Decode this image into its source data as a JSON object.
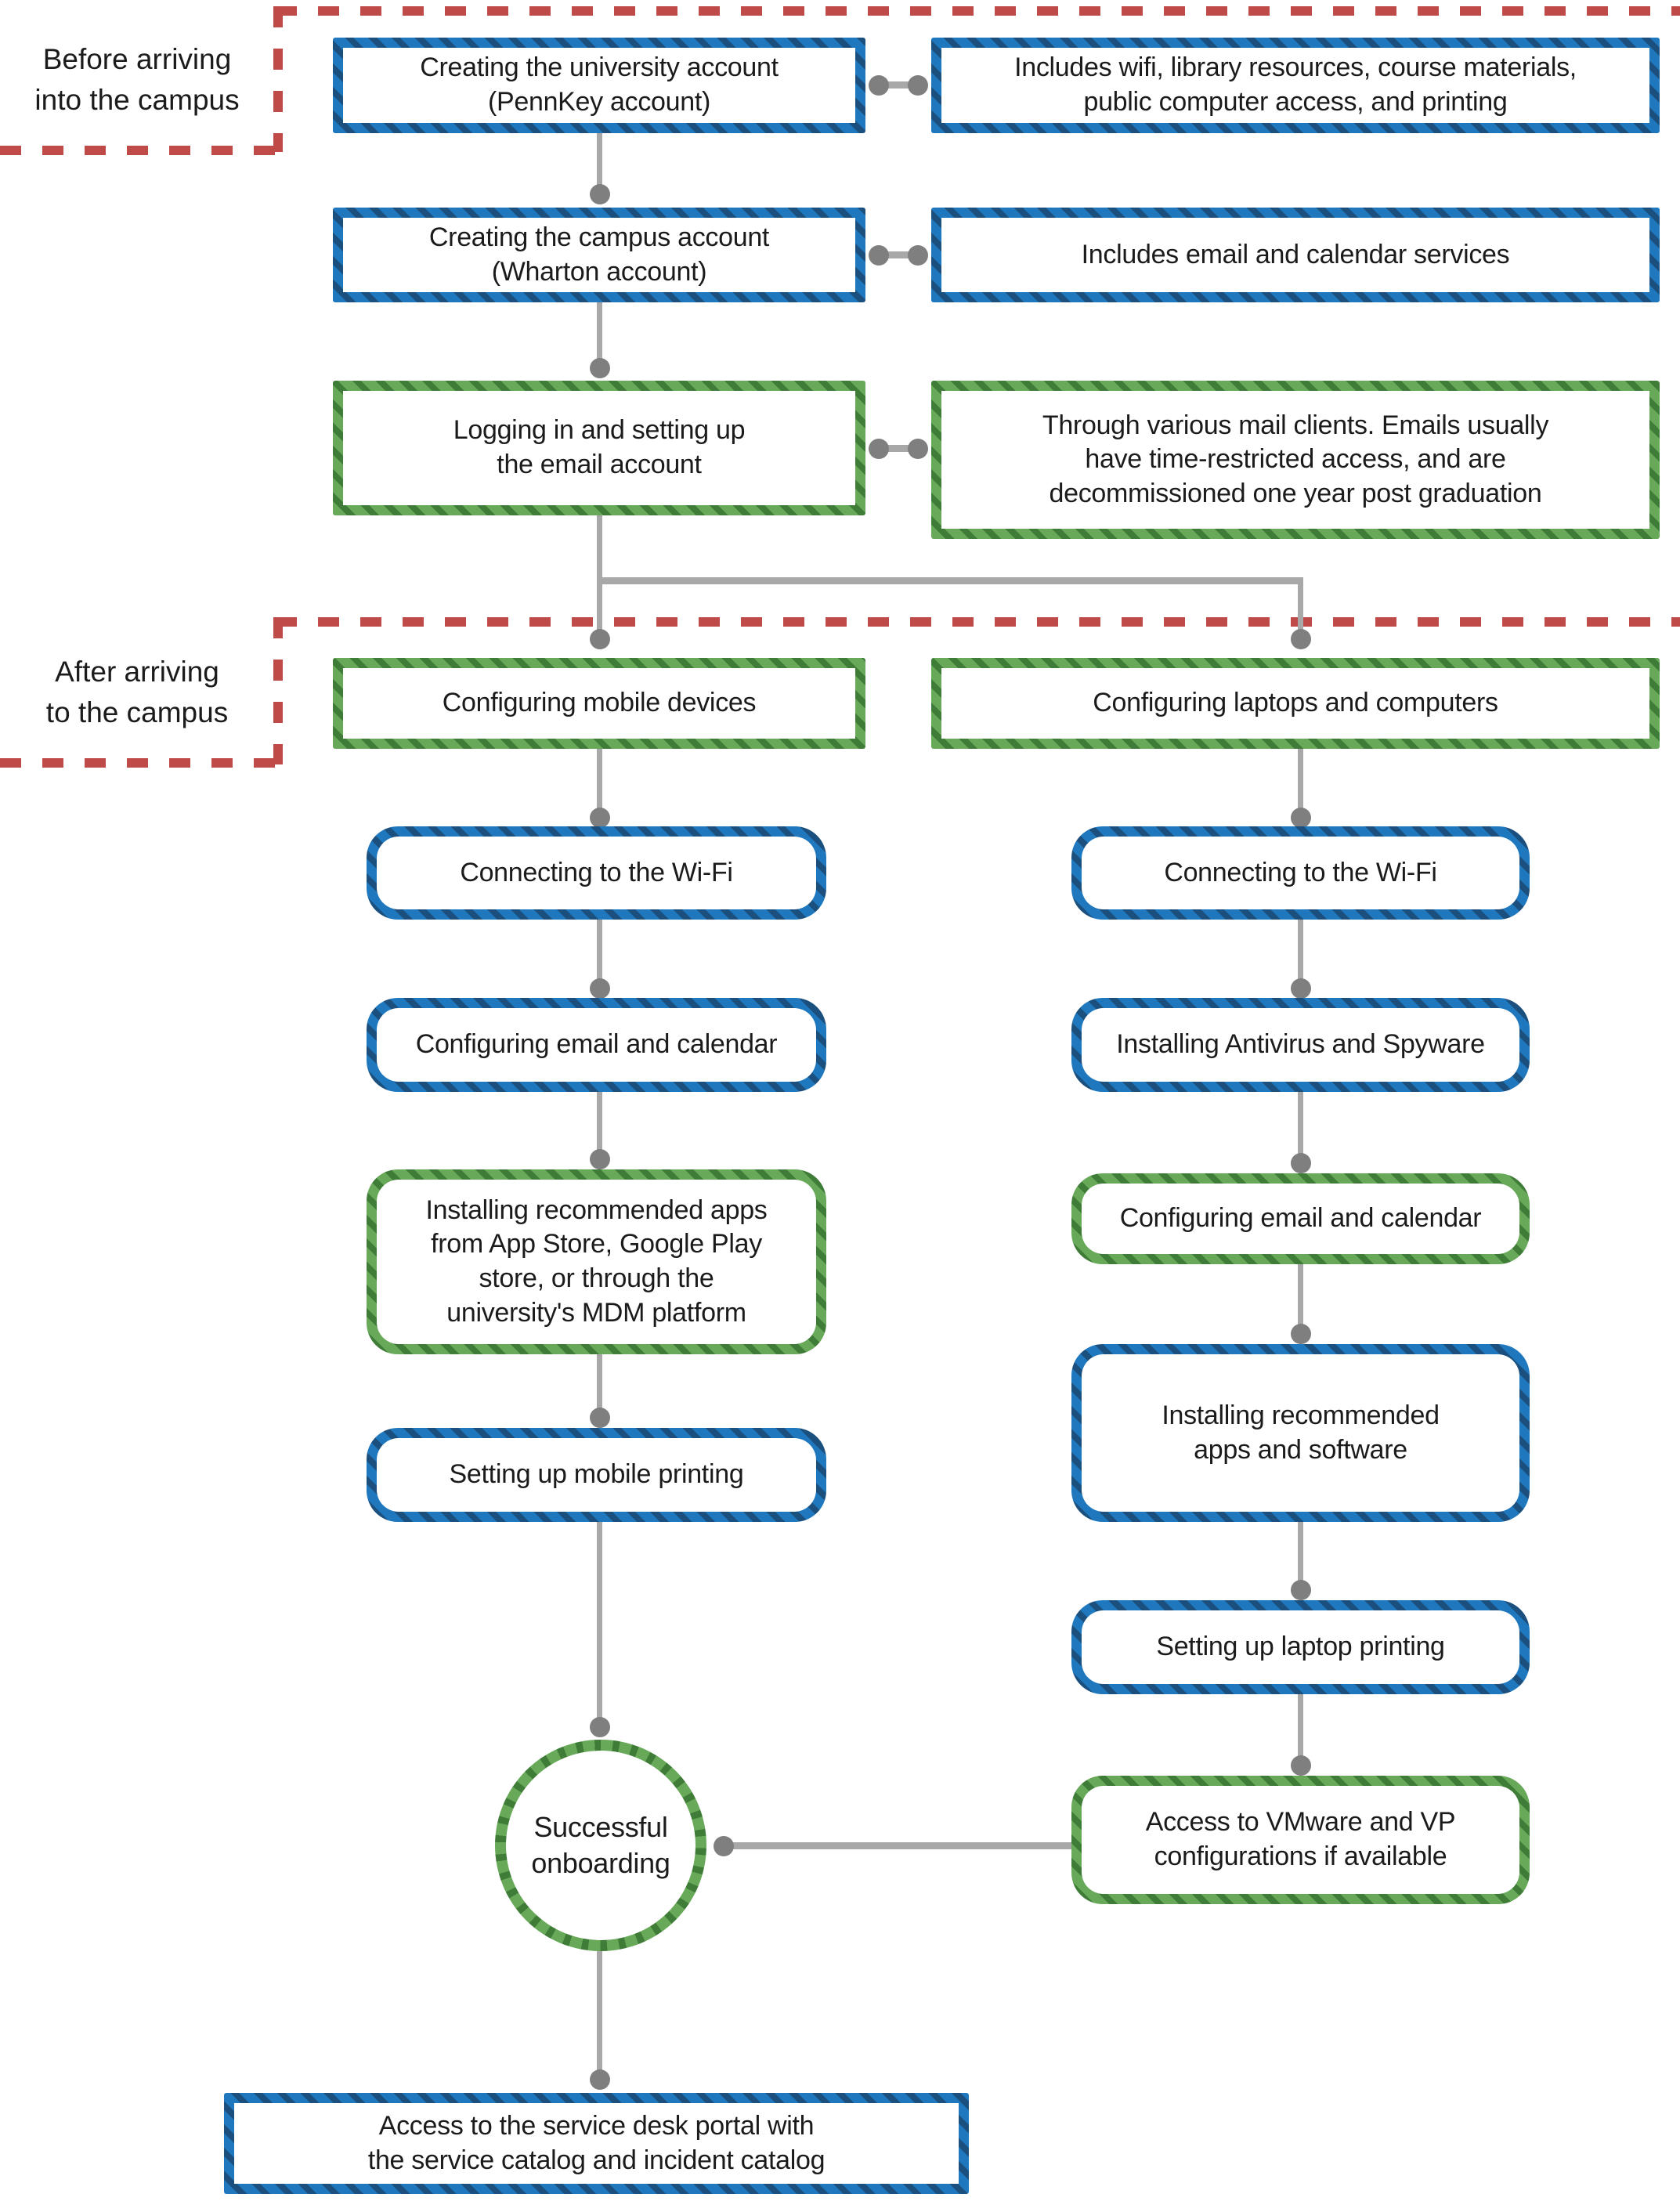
{
  "zones": {
    "before": {
      "label": "Before arriving\ninto the campus"
    },
    "after": {
      "label": "After arriving\nto the campus"
    }
  },
  "nodes": {
    "university_account": {
      "text": "Creating the university account\n(PennKey account)"
    },
    "university_account_note": {
      "text": "Includes wifi, library resources, course materials,\npublic computer access, and printing"
    },
    "campus_account": {
      "text": "Creating the campus account\n(Wharton account)"
    },
    "campus_account_note": {
      "text": "Includes email and calendar services"
    },
    "email_setup": {
      "text": "Logging in and setting up\nthe email account"
    },
    "email_setup_note": {
      "text": "Through various mail clients.  Emails usually\nhave time-restricted access, and are\ndecommissioned one year post graduation"
    },
    "configure_mobile": {
      "text": "Configuring mobile devices"
    },
    "configure_laptops": {
      "text": "Configuring laptops and computers"
    },
    "wifi_mobile": {
      "text": "Connecting to the Wi-Fi"
    },
    "wifi_laptop": {
      "text": "Connecting to the Wi-Fi"
    },
    "email_calendar_mobile": {
      "text": "Configuring email and calendar"
    },
    "antivirus": {
      "text": "Installing Antivirus and Spyware"
    },
    "apps_mobile": {
      "text": "Installing recommended apps\nfrom App Store, Google Play\nstore, or through the\nuniversity's MDM platform"
    },
    "email_calendar_laptop": {
      "text": "Configuring email and calendar"
    },
    "apps_laptop": {
      "text": "Installing recommended\napps and software"
    },
    "mobile_printing": {
      "text": "Setting up mobile printing"
    },
    "laptop_printing": {
      "text": "Setting up laptop printing"
    },
    "successful_onboarding": {
      "text": "Successful\nonboarding"
    },
    "vmware_access": {
      "text": "Access to VMware and VP\nconfigurations if available"
    },
    "service_desk": {
      "text": "Access to the service desk portal with\nthe service catalog and incident catalog"
    }
  },
  "colors": {
    "blue": "#1F78BE",
    "blue_dark": "#1B4F7D",
    "green": "#67A958",
    "green_dark": "#3F7C38",
    "red": "#BE4B48",
    "line_gray": "#A8A8A8",
    "dot_gray": "#7F7F7F",
    "text": "#1B1B1B"
  }
}
